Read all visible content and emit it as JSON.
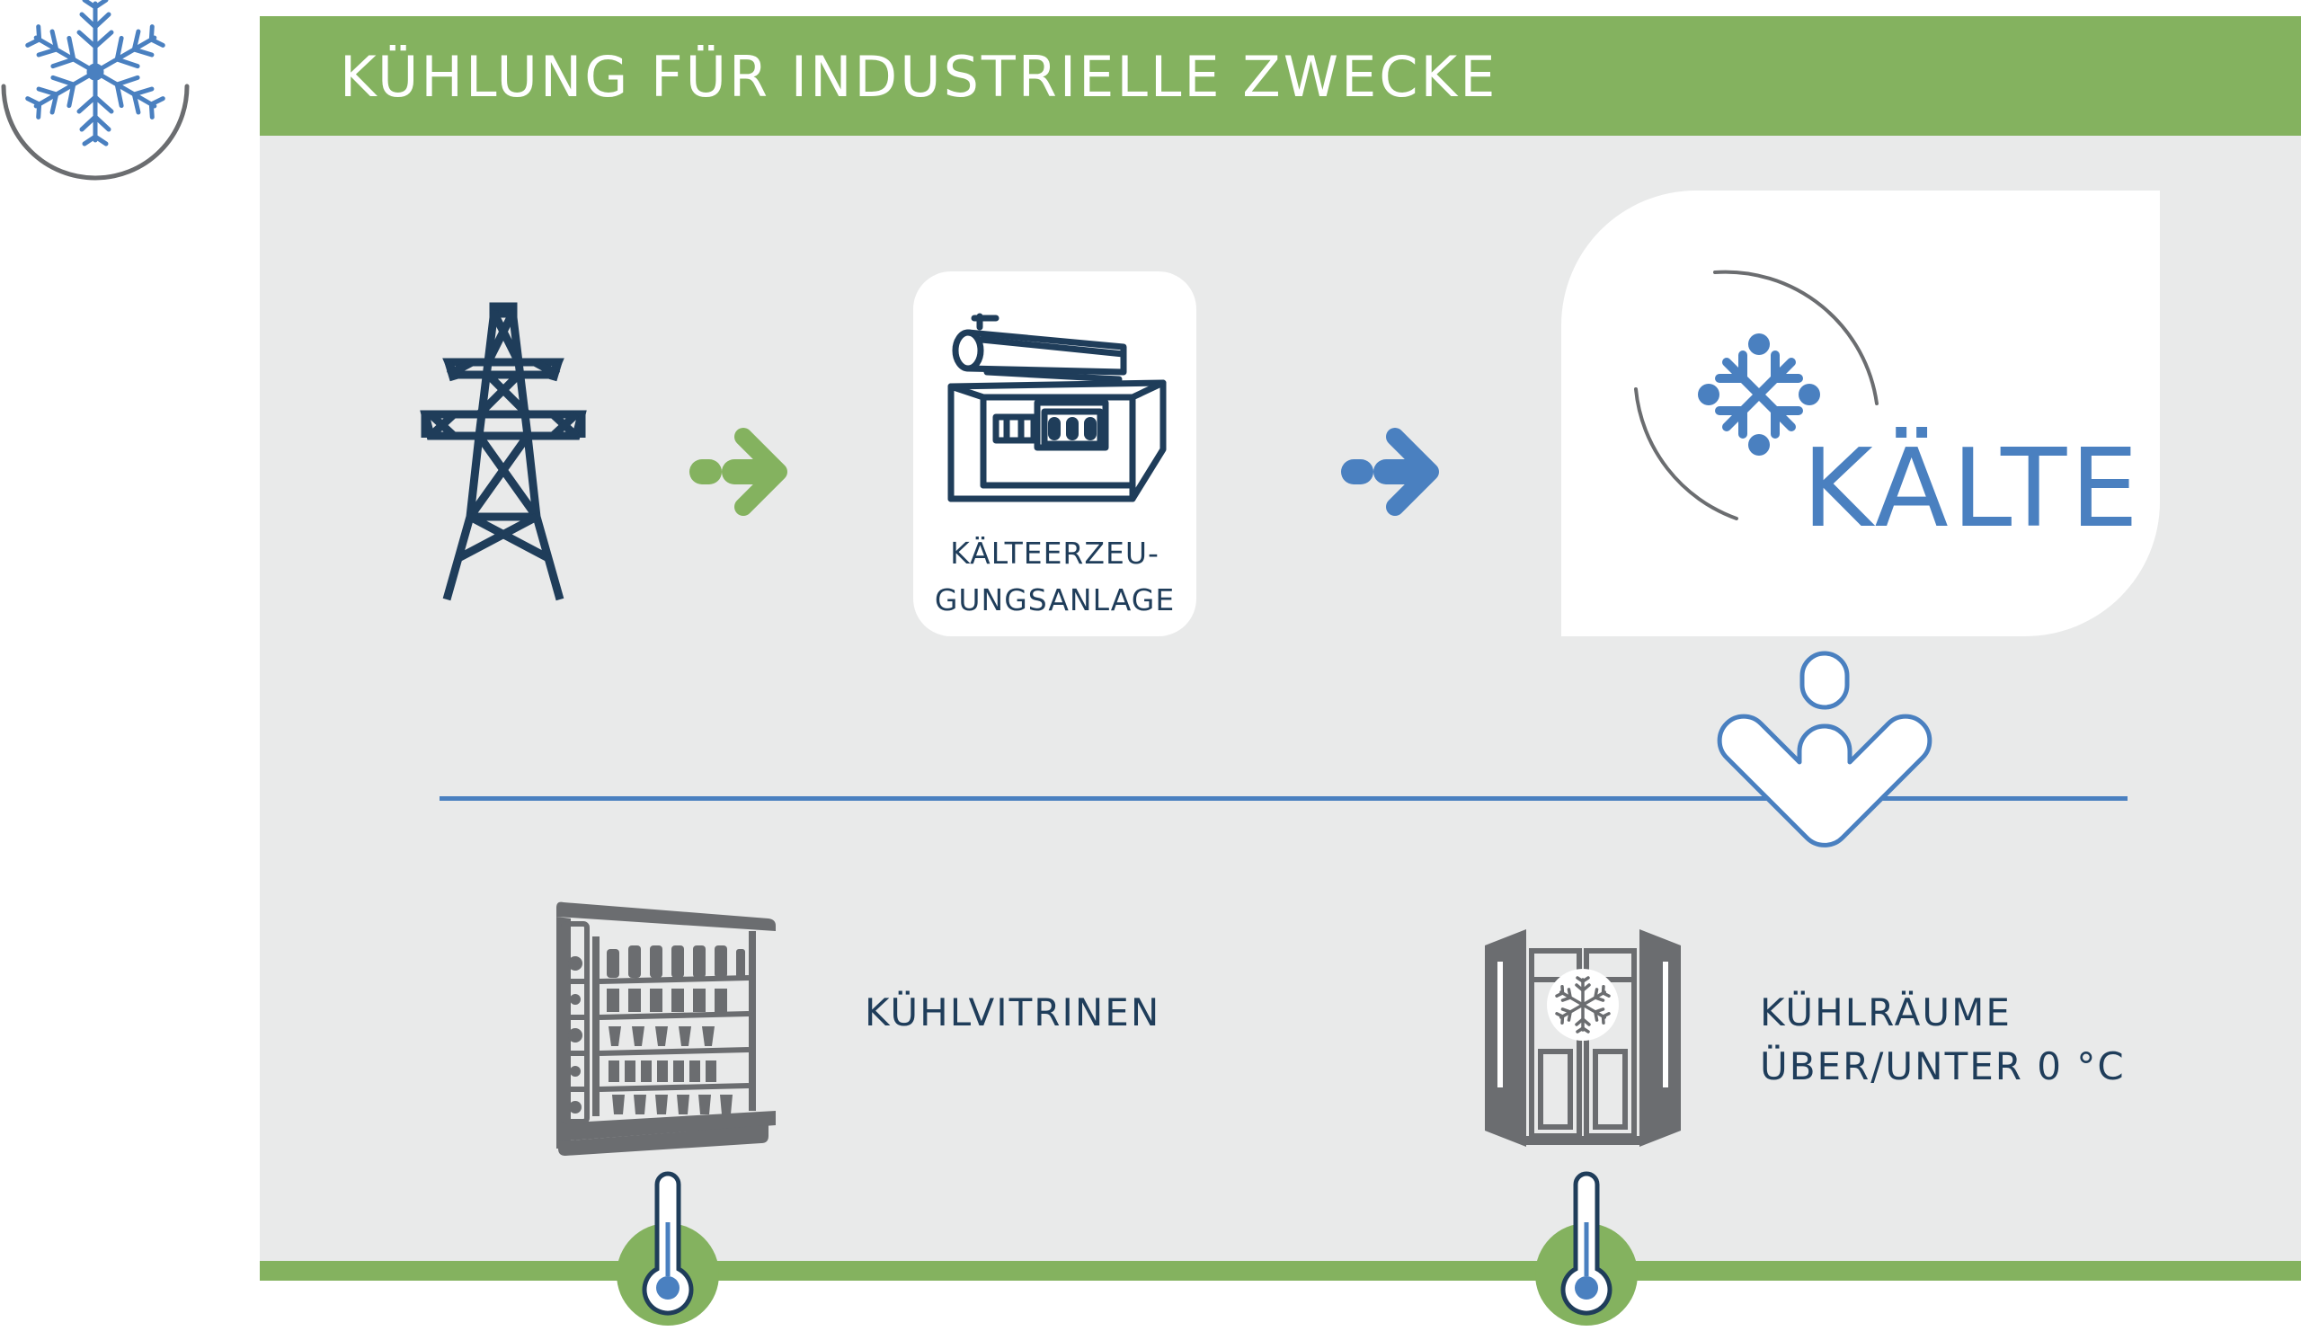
{
  "header": {
    "title": "KÜHLUNG FÜR INDUSTRIELLE ZWECKE"
  },
  "flow": {
    "source_icon": "power-pylon-icon",
    "machine": {
      "label_line1": "KÄLTEERZEU-",
      "label_line2": "GUNGSANLAGE",
      "icon": "refrigeration-plant-icon"
    },
    "output": {
      "label": "KÄLTE",
      "icon": "cold-snowflake-icon"
    }
  },
  "uses": [
    {
      "label": "KÜHLVITRINEN",
      "icon": "refrigerated-display-case-icon"
    },
    {
      "label_line1": "KÜHLRÄUME",
      "label_line2": "ÜBER/UNTER 0 °C",
      "icon": "cold-room-icon"
    }
  ],
  "colors": {
    "green": "#84b25f",
    "blue": "#4a80c0",
    "navy": "#1f3d5a",
    "gray": "#6b6d70",
    "panel": "#e9eaea"
  }
}
